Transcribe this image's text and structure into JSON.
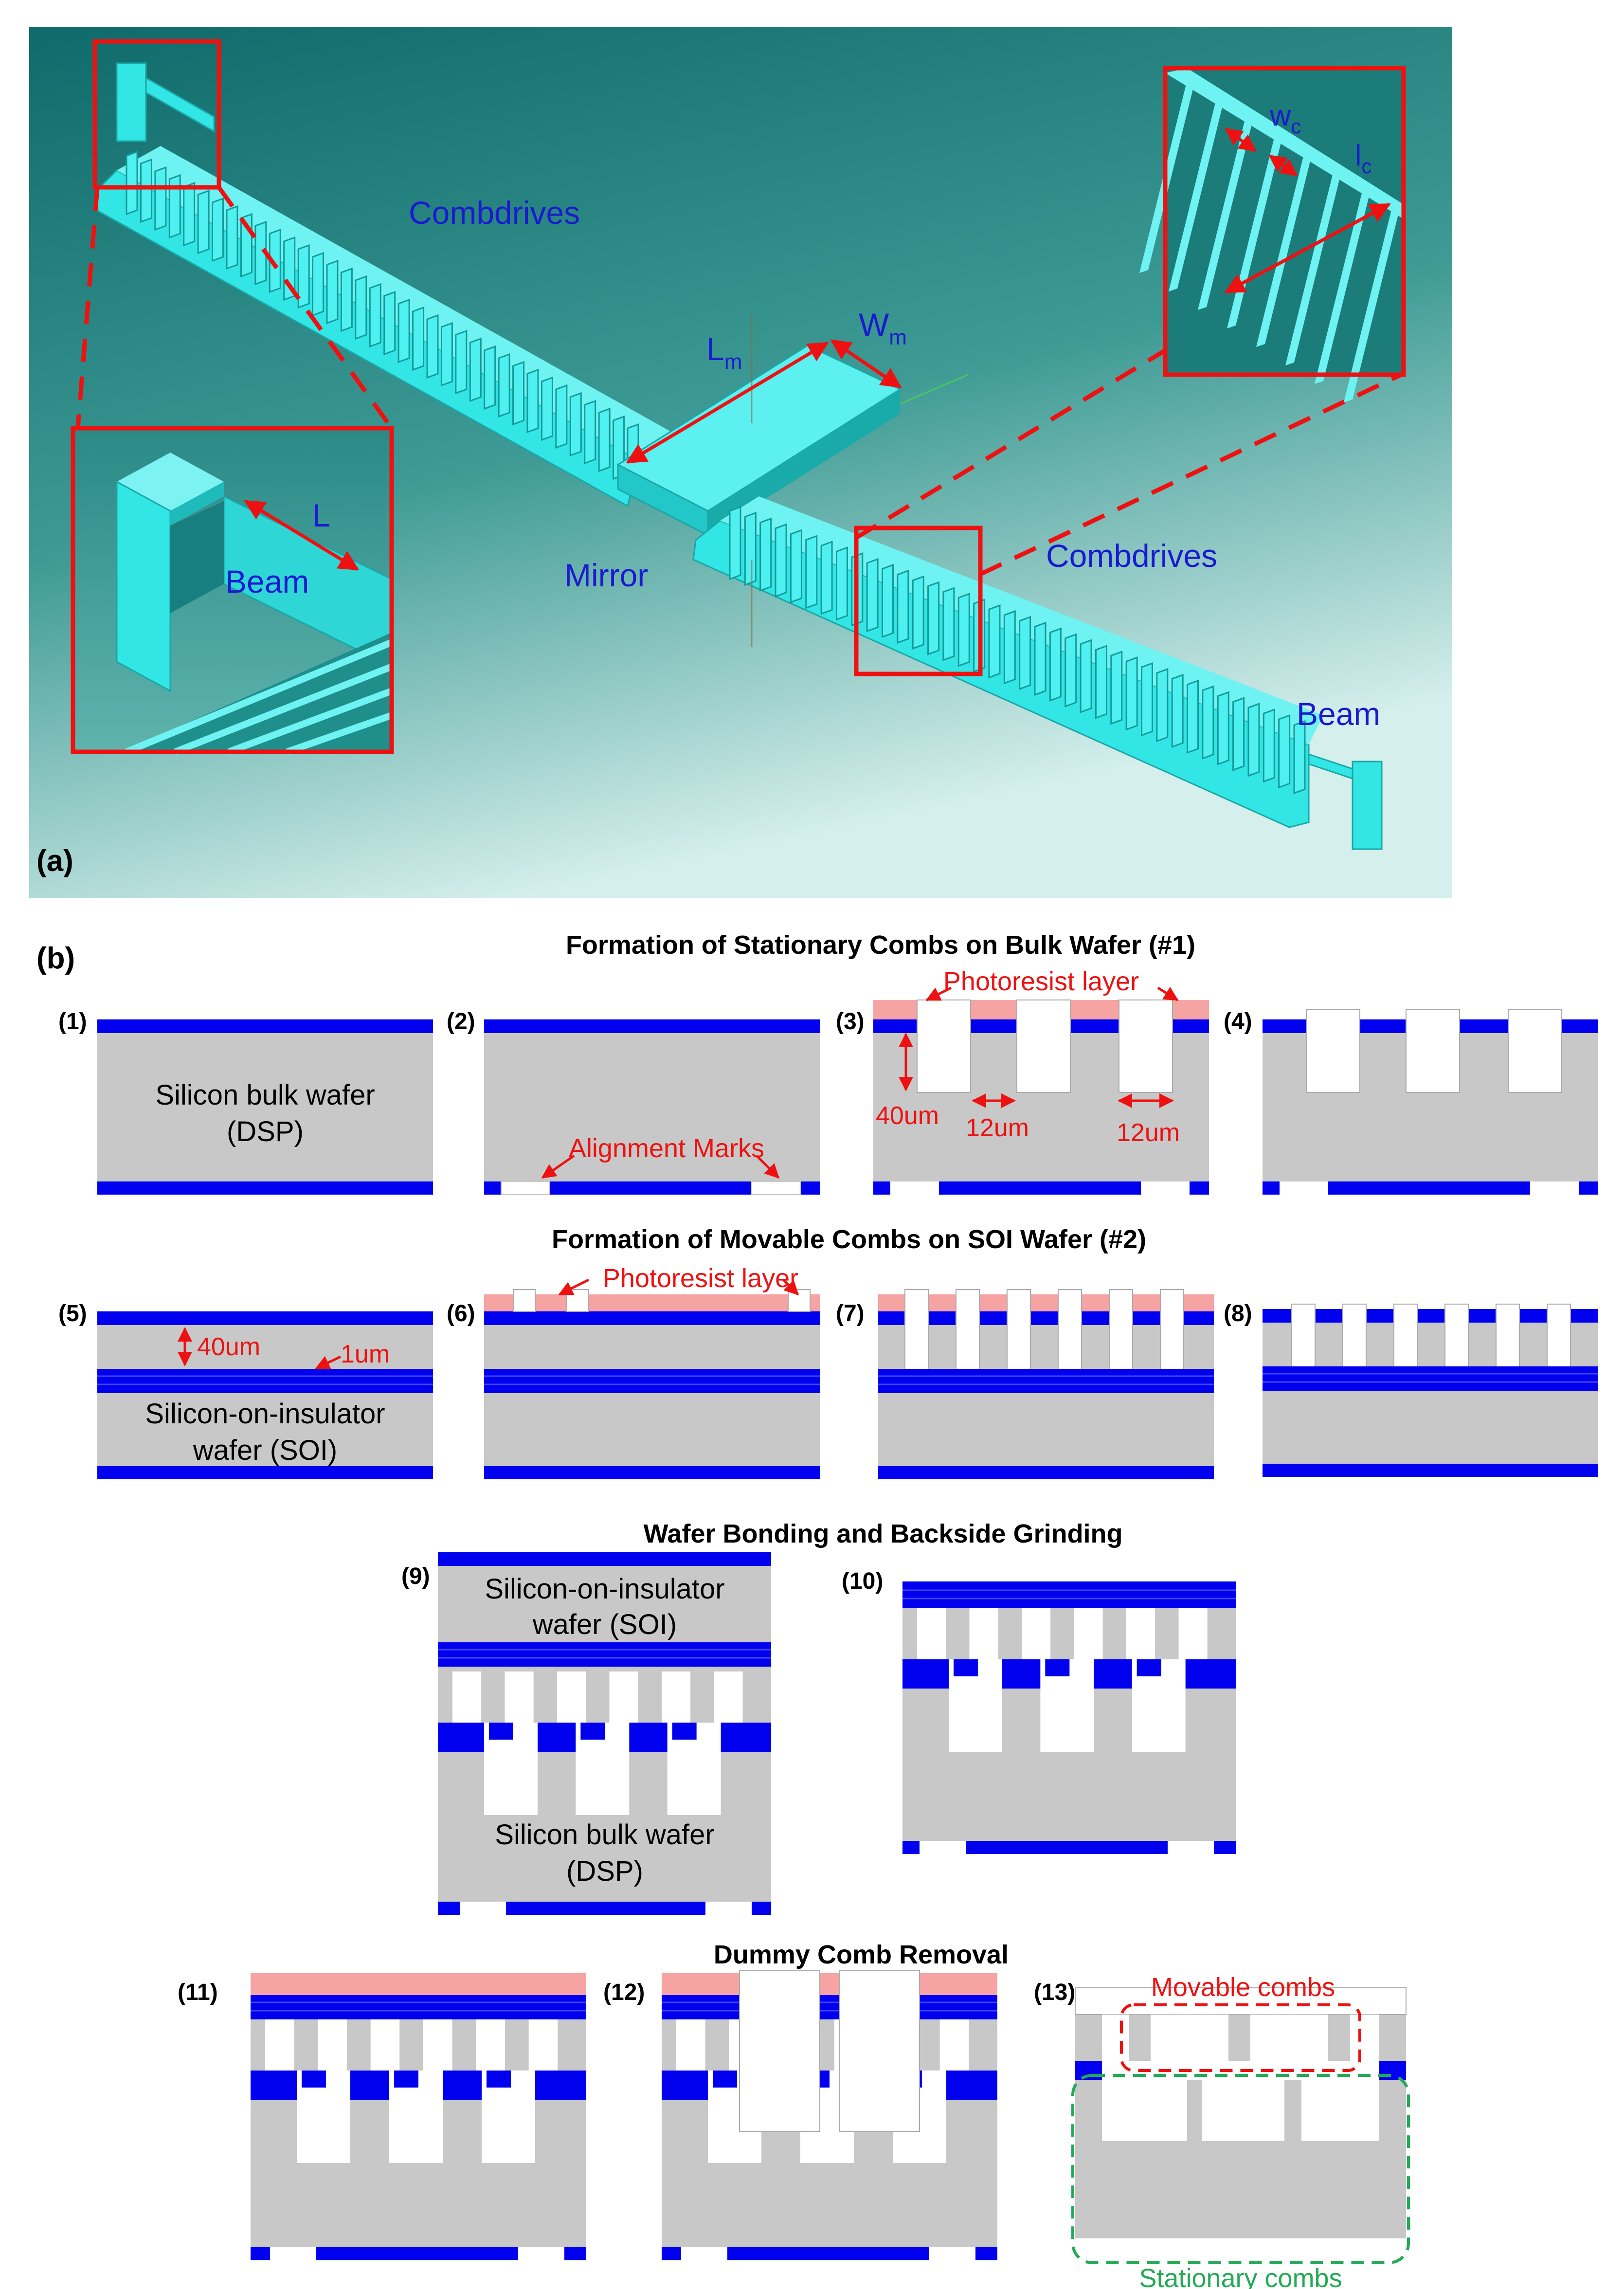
{
  "colors": {
    "silicon": "#c8c8c8",
    "oxide": "#0000ee",
    "photoresist": "#f5a3a3",
    "annotation": "#ee1111",
    "label_blue": "#1a1ad0",
    "device": "#33e6e6",
    "background_dark": "#0f6b6b",
    "background_light": "#bfe8e4",
    "stationary_outline": "#22aa55"
  },
  "panel_a": {
    "tag": "(a)",
    "combdrives_top": "Combdrives",
    "combdrives_bottom": "Combdrives",
    "mirror": "Mirror",
    "beam_bottom": "Beam",
    "beam_inset": "Beam",
    "L": "L",
    "L_m": "L",
    "L_m_sub": "m",
    "W_m": "W",
    "W_m_sub": "m",
    "w_c": "w",
    "w_c_sub": "c",
    "l_c": "l",
    "l_c_sub": "c"
  },
  "panel_b": {
    "tag": "(b)",
    "section1_title": "Formation of Stationary Combs on Bulk Wafer (#1)",
    "section2_title": "Formation of Movable Combs on SOI Wafer (#2)",
    "section3_title": "Wafer Bonding and Backside Grinding",
    "section4_title": "Dummy Comb Removal",
    "steps": [
      "(1)",
      "(2)",
      "(3)",
      "(4)",
      "(5)",
      "(6)",
      "(7)",
      "(8)",
      "(9)",
      "(10)",
      "(11)",
      "(12)",
      "(13)"
    ],
    "bulk_wafer_line1": "Silicon bulk wafer",
    "bulk_wafer_line2": "(DSP)",
    "alignment_marks": "Alignment Marks",
    "photoresist_layer_1": "Photoresist layer",
    "photoresist_layer_2": "Photoresist layer",
    "dim_40um_1": "40um",
    "dim_12um_a": "12um",
    "dim_12um_b": "12um",
    "dim_40um_2": "40um",
    "dim_1um": "1um",
    "soi_line1": "Silicon-on-insulator",
    "soi_line2": "wafer (SOI)",
    "soi9_line1": "Silicon-on-insulator",
    "soi9_line2": "wafer (SOI)",
    "bulk9_line1": "Silicon bulk wafer",
    "bulk9_line2": "(DSP)",
    "movable_combs": "Movable combs",
    "stationary_combs": "Stationary combs"
  }
}
